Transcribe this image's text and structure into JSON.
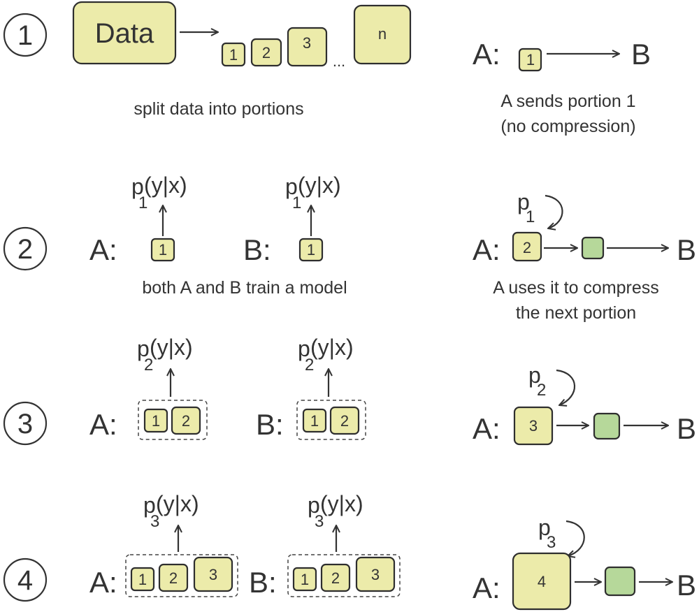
{
  "colors": {
    "portion_fill": "#ecebaa",
    "compressed_fill": "#b6d89a",
    "stroke": "#2e2e2e",
    "text": "#333333"
  },
  "steps": [
    {
      "number": "1",
      "data_label": "Data",
      "portions": [
        "1",
        "2",
        "3"
      ],
      "ellipsis": "...",
      "last_portion": "n",
      "caption": "split data into portions",
      "transfer": {
        "sender": "A:",
        "receiver": "B",
        "portion": "1",
        "caption_lines": [
          "A sends portion 1",
          "(no compression)"
        ]
      }
    },
    {
      "number": "2",
      "model": "p",
      "model_sub": "1",
      "model_arg": "(y|x)",
      "a_label": "A:",
      "b_label": "B:",
      "train_portions": [
        "1"
      ],
      "caption": "both A and B train a model",
      "transfer": {
        "sender": "A:",
        "receiver": "B",
        "model": "p",
        "model_sub": "1",
        "portion": "2",
        "caption_lines": [
          "A uses it to compress",
          "the next portion"
        ]
      }
    },
    {
      "number": "3",
      "model": "p",
      "model_sub": "2",
      "model_arg": "(y|x)",
      "a_label": "A:",
      "b_label": "B:",
      "train_portions": [
        "1",
        "2"
      ],
      "transfer": {
        "sender": "A:",
        "receiver": "B",
        "model": "p",
        "model_sub": "2",
        "portion": "3"
      }
    },
    {
      "number": "4",
      "model": "p",
      "model_sub": "3",
      "model_arg": "(y|x)",
      "a_label": "A:",
      "b_label": "B:",
      "train_portions": [
        "1",
        "2",
        "3"
      ],
      "transfer": {
        "sender": "A:",
        "receiver": "B",
        "model": "p",
        "model_sub": "3",
        "portion": "4"
      }
    }
  ]
}
